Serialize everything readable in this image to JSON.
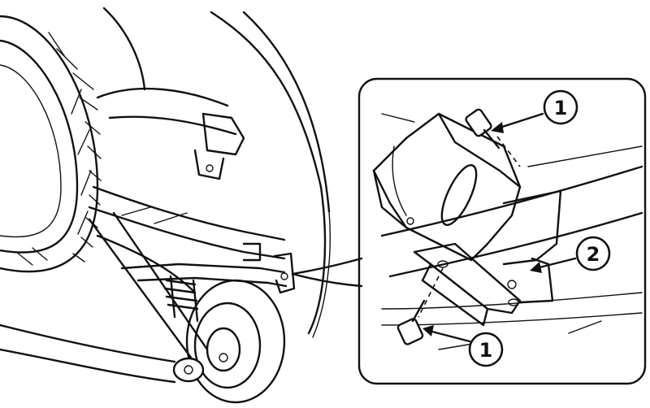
{
  "callouts": {
    "c1_top": "1",
    "c2_right": "2",
    "c1_bottom": "1"
  },
  "colors": {
    "ink": "#111111",
    "paper": "#ffffff"
  },
  "icons": [
    "bolt-icon",
    "bracket-icon"
  ]
}
